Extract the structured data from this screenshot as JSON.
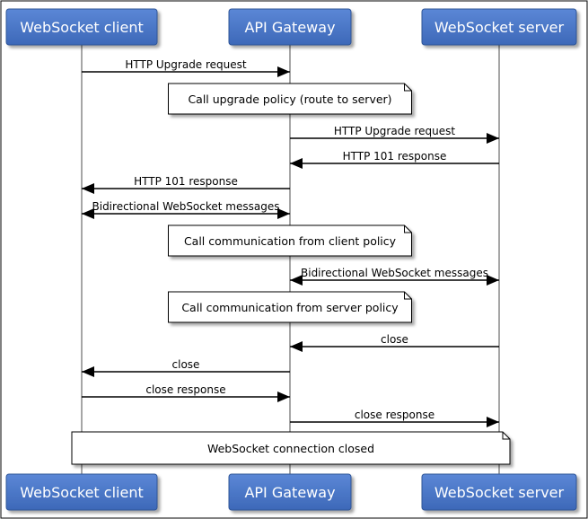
{
  "actors": [
    {
      "id": "client",
      "label": "WebSocket client"
    },
    {
      "id": "gateway",
      "label": "API Gateway"
    },
    {
      "id": "server",
      "label": "WebSocket server"
    }
  ],
  "steps": [
    {
      "kind": "message",
      "from": "client",
      "to": "gateway",
      "label": "HTTP Upgrade request"
    },
    {
      "kind": "note",
      "over": [
        "gateway"
      ],
      "label": "Call upgrade policy (route to server)"
    },
    {
      "kind": "message",
      "from": "gateway",
      "to": "server",
      "label": "HTTP Upgrade request"
    },
    {
      "kind": "message",
      "from": "server",
      "to": "gateway",
      "label": "HTTP 101 response"
    },
    {
      "kind": "message",
      "from": "gateway",
      "to": "client",
      "label": "HTTP 101 response"
    },
    {
      "kind": "message",
      "from": "client",
      "to": "gateway",
      "label": "Bidirectional WebSocket messages",
      "bidirectional": true
    },
    {
      "kind": "note",
      "over": [
        "gateway"
      ],
      "label": "Call communication from client policy"
    },
    {
      "kind": "message",
      "from": "gateway",
      "to": "server",
      "label": "Bidirectional WebSocket messages",
      "bidirectional": true
    },
    {
      "kind": "note",
      "over": [
        "gateway"
      ],
      "label": "Call communication from server policy"
    },
    {
      "kind": "message",
      "from": "server",
      "to": "gateway",
      "label": "close"
    },
    {
      "kind": "message",
      "from": "gateway",
      "to": "client",
      "label": "close"
    },
    {
      "kind": "message",
      "from": "client",
      "to": "gateway",
      "label": "close response"
    },
    {
      "kind": "message",
      "from": "gateway",
      "to": "server",
      "label": "close response"
    },
    {
      "kind": "note",
      "over": [
        "client",
        "server"
      ],
      "label": "WebSocket connection closed"
    }
  ],
  "colors": {
    "actor_fill": "#4472c4",
    "actor_text": "#ffffff",
    "lifeline": "#a6a6a6",
    "arrow": "#000000",
    "note_fill": "#ffffff",
    "note_border": "#000000",
    "frame": "#000000"
  }
}
